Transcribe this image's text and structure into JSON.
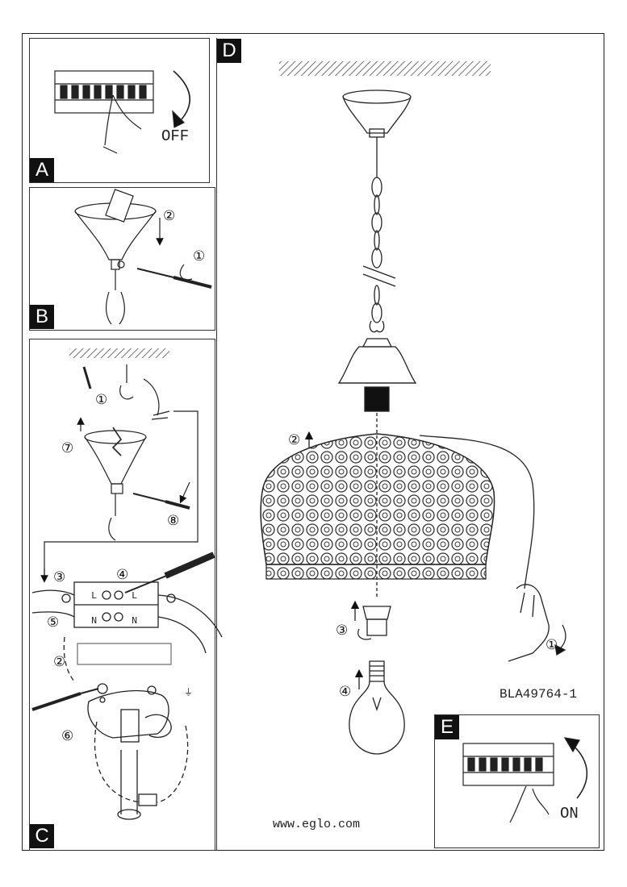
{
  "panels": {
    "A": {
      "label": "A",
      "action_text": "OFF"
    },
    "B": {
      "label": "B",
      "steps": [
        "①",
        "②"
      ]
    },
    "C": {
      "label": "C",
      "steps": [
        "①",
        "②",
        "③",
        "④",
        "⑤",
        "⑥",
        "⑦",
        "⑧"
      ],
      "terminal_labels": [
        "L",
        "N",
        "L",
        "N"
      ]
    },
    "D": {
      "label": "D",
      "steps": [
        "①",
        "②",
        "③",
        "④"
      ],
      "model_code": "BLA49764-1",
      "website": "www.eglo.com"
    },
    "E": {
      "label": "E",
      "action_text": "ON"
    }
  }
}
